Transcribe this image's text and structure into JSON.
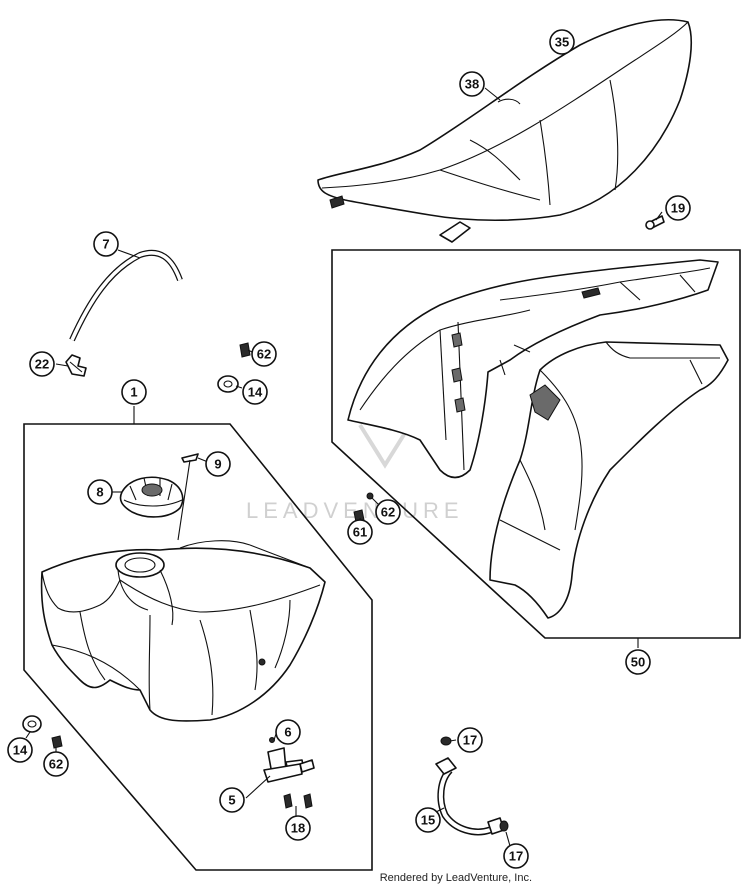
{
  "watermark": "LEADVENTURE",
  "footer_credit": "Rendered by LeadVenture, Inc.",
  "callouts": {
    "c35": "35",
    "c38": "38",
    "c19": "19",
    "c7": "7",
    "c22": "22",
    "c62a": "62",
    "c14a": "14",
    "c1": "1",
    "c9": "9",
    "c8": "8",
    "c62b": "62",
    "c61": "61",
    "c50": "50",
    "c6": "6",
    "c5": "5",
    "c18": "18",
    "c14b": "14",
    "c62c": "62",
    "c17a": "17",
    "c15": "15",
    "c17b": "17"
  }
}
